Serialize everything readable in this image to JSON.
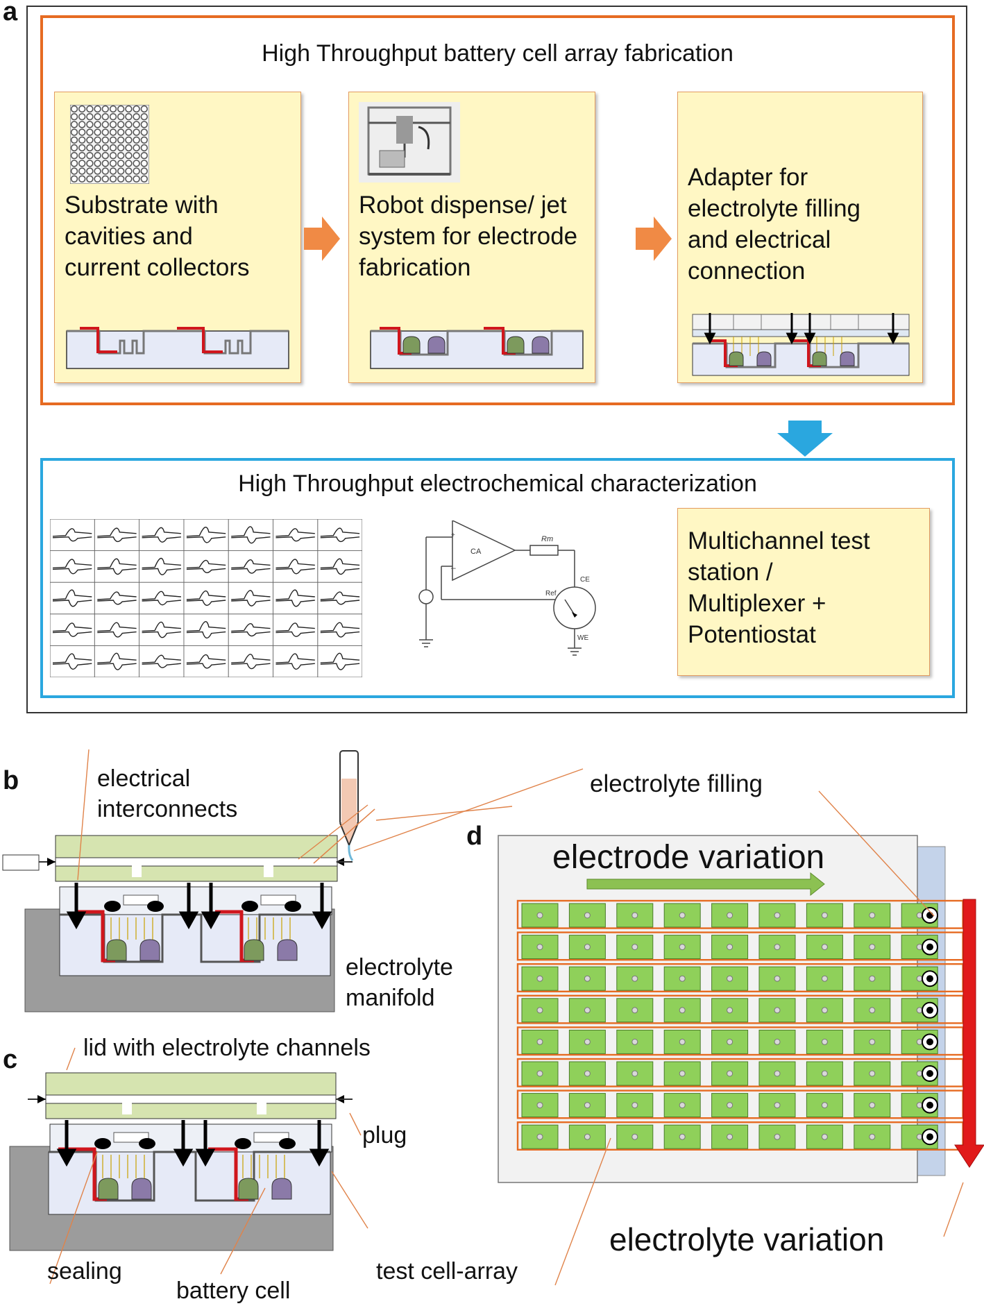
{
  "panels": {
    "a": "a",
    "b": "b",
    "c": "c",
    "d": "d"
  },
  "fabrication": {
    "title": "High Throughput battery cell array fabrication",
    "steps": [
      {
        "lines": [
          "Substrate with",
          "cavities and",
          "current collectors"
        ]
      },
      {
        "lines": [
          "Robot dispense/ jet",
          "system for electrode",
          "fabrication"
        ]
      },
      {
        "lines": [
          "Adapter for",
          "electrolyte filling",
          "and electrical",
          "connection"
        ]
      }
    ]
  },
  "characterization": {
    "title": "High Throughput electrochemical characterization",
    "circuit": {
      "amp": "CA",
      "resistor": "Rm",
      "counter": "CE",
      "reference": "Ref",
      "working": "WE"
    },
    "test_station": {
      "lines": [
        "Multichannel test",
        "station /",
        "Multiplexer +",
        "Potentiostat"
      ]
    }
  },
  "panel_b": {
    "interconnects": [
      "electrical",
      "interconnects"
    ],
    "manifold": [
      "electrolyte",
      "manifold"
    ]
  },
  "panel_c": {
    "lid": "lid with electrolyte channels",
    "plug": "plug",
    "sealing": "sealing",
    "battery_cell": "battery cell",
    "test_array": "test cell-array"
  },
  "panel_d": {
    "filling": "electrolyte  filling",
    "electrode_variation": "electrode variation",
    "electrolyte_variation": "electrolyte variation",
    "grid": {
      "rows": 8,
      "cols": 9
    }
  },
  "colors": {
    "orange": "#e66b22",
    "blue": "#2aa7df",
    "step_fill": "#fff7c4",
    "lid_green": "#d6e4b0",
    "substrate": "#e6eaf7",
    "gray_block": "#9c9c9c",
    "current_collector": "#d0161d",
    "electrode_green": "#7d9a5d",
    "electrode_purple": "#8b7aa8",
    "cell_green": "#8fd05a",
    "red_arrow": "#e11a1a",
    "green_arrow": "#8cc152"
  }
}
